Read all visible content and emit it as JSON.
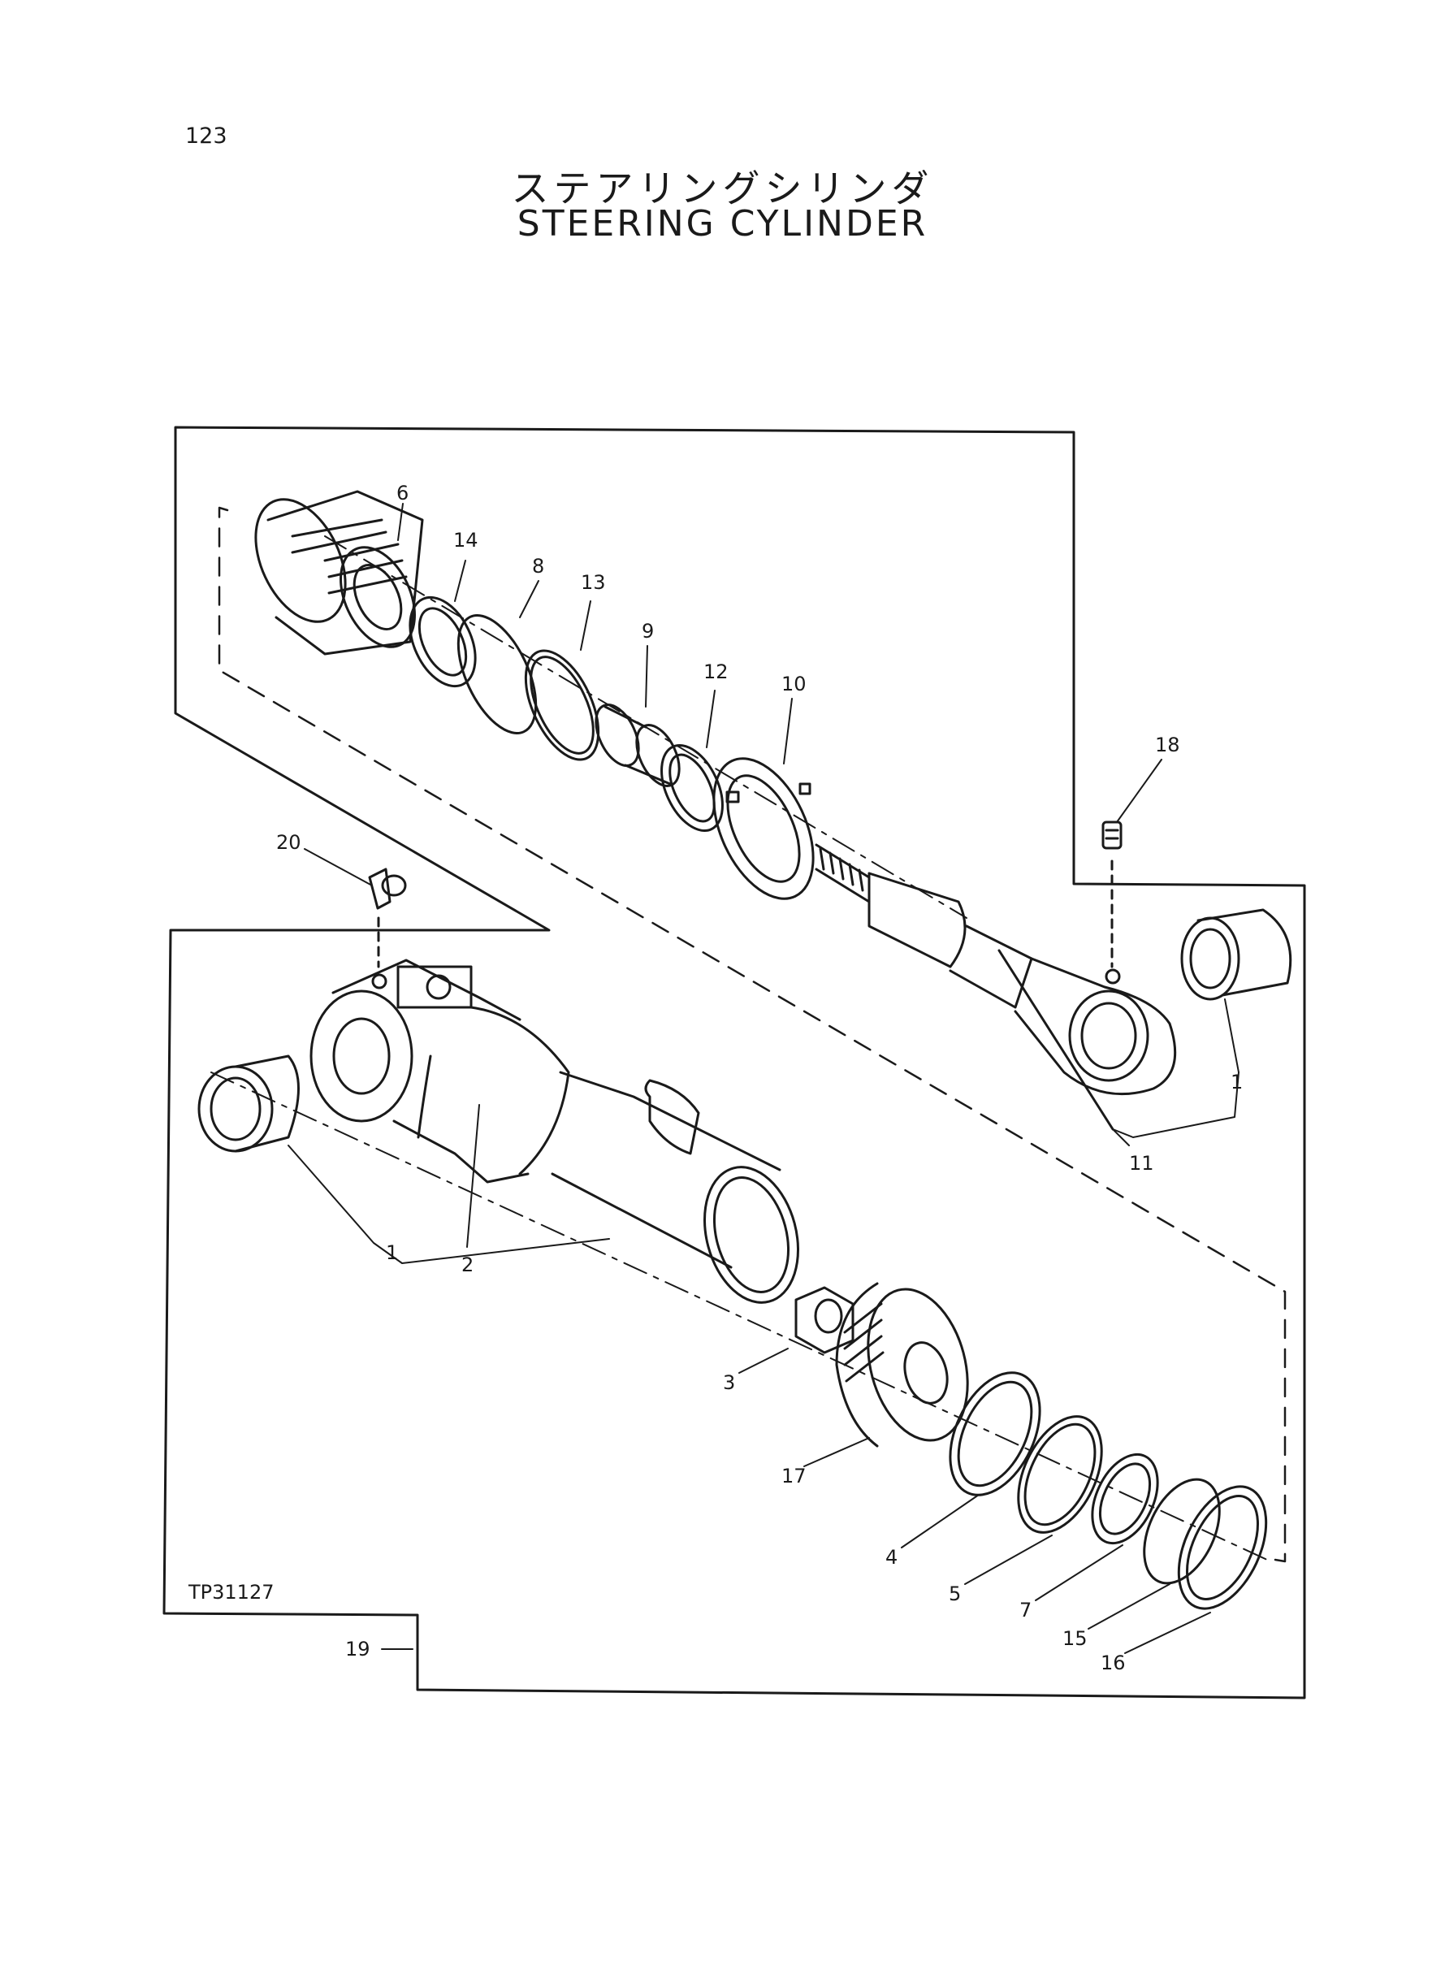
{
  "page_number": "123",
  "title_jp": "ステアリングシリンダ",
  "title_en": "STEERING CYLINDER",
  "drawing_code": "TP31127",
  "callouts": [
    "1",
    "1",
    "1",
    "2",
    "3",
    "4",
    "5",
    "6",
    "7",
    "8",
    "9",
    "10",
    "11",
    "12",
    "13",
    "14",
    "15",
    "16",
    "17",
    "18",
    "19",
    "20"
  ]
}
